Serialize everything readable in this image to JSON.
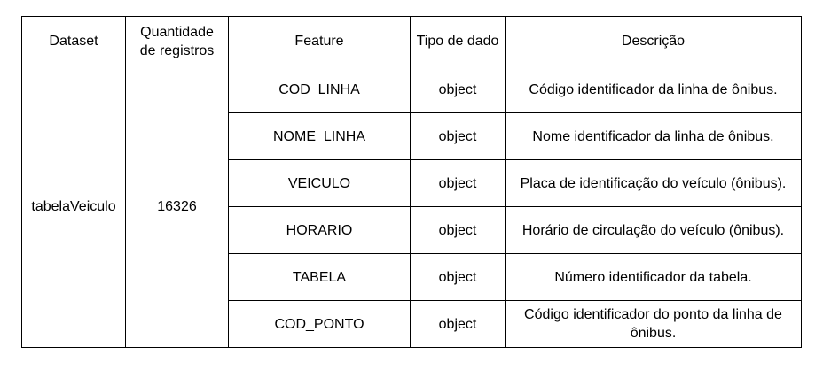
{
  "table": {
    "headers": {
      "dataset": "Dataset",
      "quantidade": "Quantidade de registros",
      "feature": "Feature",
      "tipo": "Tipo de dado",
      "descricao": "Descrição"
    },
    "dataset": "tabelaVeiculo",
    "quantidade": "16326",
    "rows": [
      {
        "feature": "COD_LINHA",
        "tipo": "object",
        "descricao": "Código identificador da linha de ônibus."
      },
      {
        "feature": "NOME_LINHA",
        "tipo": "object",
        "descricao": "Nome identificador da linha de ônibus."
      },
      {
        "feature": "VEICULO",
        "tipo": "object",
        "descricao": "Placa de identificação do veículo (ônibus)."
      },
      {
        "feature": "HORARIO",
        "tipo": "object",
        "descricao": "Horário de circulação do veículo (ônibus)."
      },
      {
        "feature": "TABELA",
        "tipo": "object",
        "descricao": "Número identificador da tabela."
      },
      {
        "feature": "COD_PONTO",
        "tipo": "object",
        "descricao": "Código identificador do ponto da linha de ônibus."
      }
    ]
  }
}
